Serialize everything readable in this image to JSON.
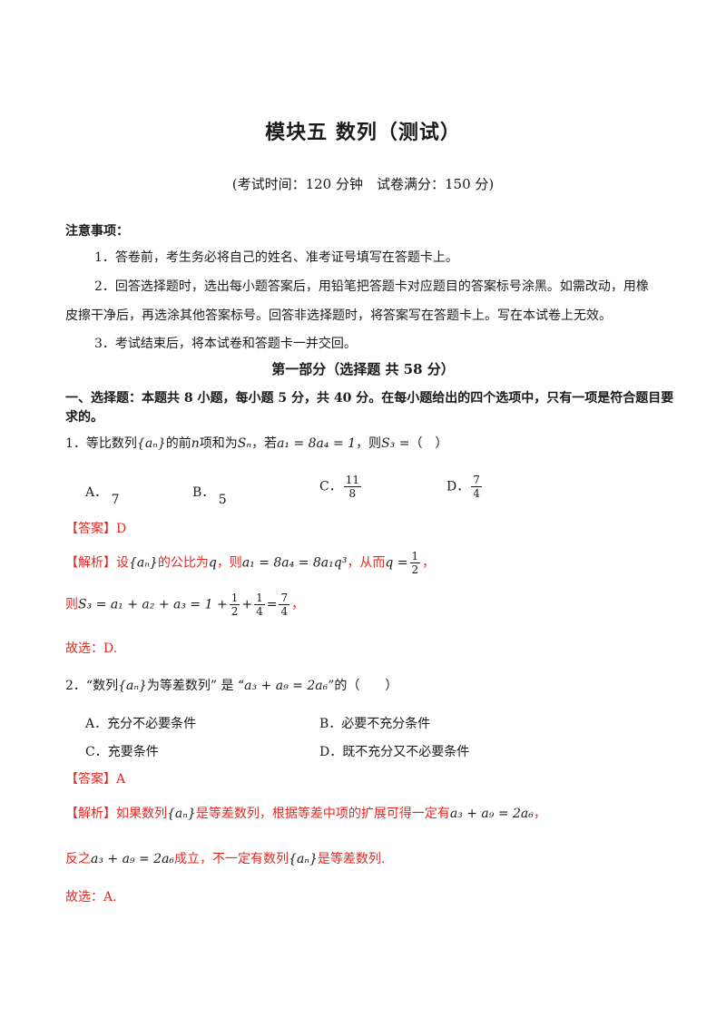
{
  "header": {
    "title": "模块五 数列（测试）",
    "subtitle": "(考试时间：120 分钟　试卷满分：150 分)"
  },
  "notes": {
    "heading": "注意事项：",
    "item1": "1．答卷前，考生务必将自己的姓名、准考证号填写在答题卡上。",
    "item2_line1": "2．回答选择题时，选出每小题答案后，用铅笔把答题卡对应题目的答案标号涂黑。如需改动，用橡",
    "item2_line2": "皮擦干净后，再选涂其他答案标号。回答非选择题时，将答案写在答题卡上。写在本试卷上无效。",
    "item3": "3．考试结束后，将本试卷和答题卡一并交回。"
  },
  "section": {
    "title": "第一部分（选择题 共 58 分）",
    "instruction_line1": "一、选择题：本题共 8 小题，每小题 5 分，共 40 分。在每小题给出的四个选项中，只有一项是符合题目要",
    "instruction_line2": "求的。"
  },
  "q1": {
    "number": "1．",
    "text_a": "等比数列",
    "seq": "{aₙ}",
    "text_b": "的前",
    "n": "n",
    "text_c": "项和为",
    "sn": "Sₙ",
    "text_d": "，若",
    "cond": "a₁ = 8a₄ = 1",
    "text_e": "，则",
    "s3": "S₃ =",
    "paren": "（　）",
    "optA_label": "A．",
    "optA_val": "7",
    "optB_label": "B．",
    "optB_val": "5",
    "optC_label": "C．",
    "optC_num": "11",
    "optC_den": "8",
    "optD_label": "D．",
    "optD_num": "7",
    "optD_den": "4",
    "answer_tag": "【答案】",
    "answer": "D",
    "analysis_tag": "【解析】",
    "an1": "设",
    "an_seq": "{aₙ}",
    "an2": "的公比为",
    "an_q": "q",
    "an3": "，则",
    "an_eq1": "a₁ = 8a₄ = 8a₁q³",
    "an4": "，从而",
    "an_q2": "q =",
    "half_num": "1",
    "half_den": "2",
    "an5": "，",
    "an6": "则",
    "an_eq2": "S₃ = a₁ + a₂ + a₃ = 1 +",
    "f1_num": "1",
    "f1_den": "2",
    "plus": "+",
    "f2_num": "1",
    "f2_den": "4",
    "eq": "=",
    "f3_num": "7",
    "f3_den": "4",
    "an7": "，",
    "conclusion": "故选：D."
  },
  "q2": {
    "number": "2．",
    "text_a": "“数列",
    "seq": "{aₙ}",
    "text_b": "为等差数列” 是 “",
    "cond": "a₃ + a₉ = 2a₆",
    "text_c": "”的（　　）",
    "optA": "A．充分不必要条件",
    "optB": "B．必要不充分条件",
    "optC": "C．充要条件",
    "optD": "D．既不充分又不必要条件",
    "answer_tag": "【答案】",
    "answer": "A",
    "analysis_tag": "【解析】",
    "an1": "如果数列",
    "an_seq": "{aₙ}",
    "an2": "是等差数列，根据等差中项的扩展可得一定有",
    "an_eq": "a₃ + a₉ = 2a₆",
    "an3": "，",
    "an4": "反之",
    "an_eq2": "a₃ + a₉ = 2a₆",
    "an5": "成立，不一定有数列",
    "an_seq2": "{aₙ}",
    "an6": "是等差数列.",
    "conclusion": "故选：A."
  },
  "colors": {
    "accent_red": "#e8261f",
    "text": "#1a1a1a"
  }
}
